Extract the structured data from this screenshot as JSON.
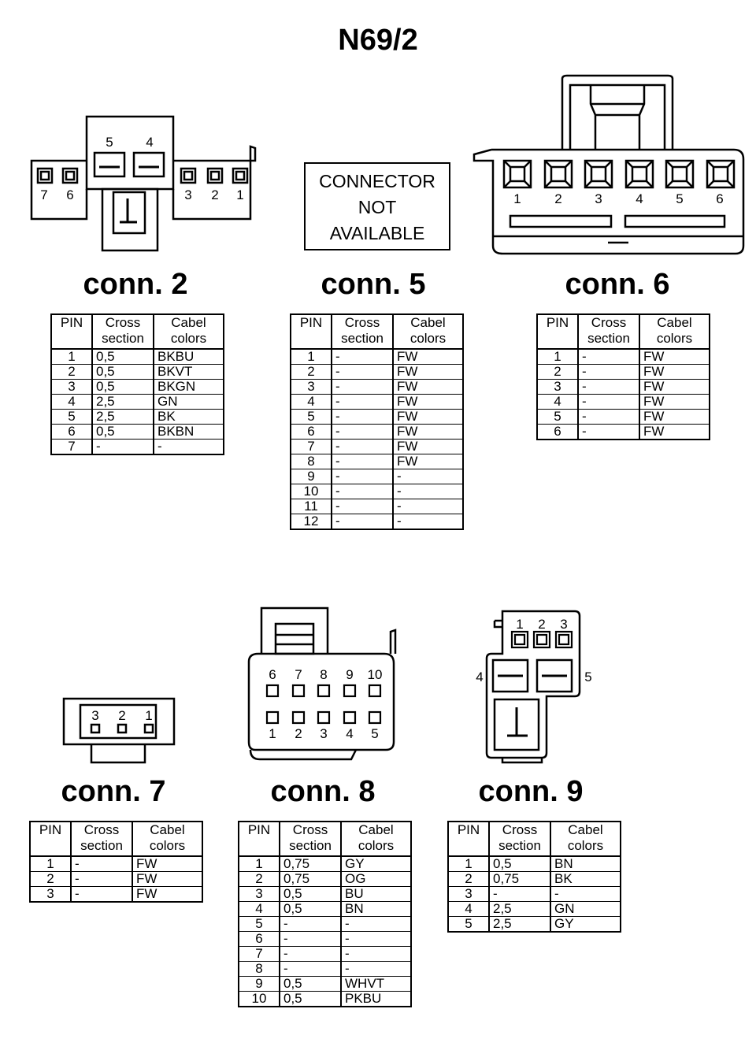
{
  "title": "N69/2",
  "not_available": [
    "CONNECTOR",
    "NOT",
    "AVAILABLE"
  ],
  "headers": {
    "pin": "PIN",
    "cross": [
      "Cross",
      "section"
    ],
    "colors": [
      "Cabel",
      "colors"
    ]
  },
  "connectors": {
    "c2": {
      "label": "conn. 2",
      "pin_labels": [
        "7",
        "6",
        "5",
        "4",
        "3",
        "2",
        "1"
      ],
      "rows": [
        [
          "1",
          "0,5",
          "BKBU"
        ],
        [
          "2",
          "0,5",
          "BKVT"
        ],
        [
          "3",
          "0,5",
          "BKGN"
        ],
        [
          "4",
          "2,5",
          "GN"
        ],
        [
          "5",
          "2,5",
          "BK"
        ],
        [
          "6",
          "0,5",
          "BKBN"
        ],
        [
          "7",
          "-",
          "-"
        ]
      ]
    },
    "c5": {
      "label": "conn. 5",
      "rows": [
        [
          "1",
          "-",
          "FW"
        ],
        [
          "2",
          "-",
          "FW"
        ],
        [
          "3",
          "-",
          "FW"
        ],
        [
          "4",
          "-",
          "FW"
        ],
        [
          "5",
          "-",
          "FW"
        ],
        [
          "6",
          "-",
          "FW"
        ],
        [
          "7",
          "-",
          "FW"
        ],
        [
          "8",
          "-",
          "FW"
        ],
        [
          "9",
          "-",
          "-"
        ],
        [
          "10",
          "-",
          "-"
        ],
        [
          "11",
          "-",
          "-"
        ],
        [
          "12",
          "-",
          "-"
        ]
      ]
    },
    "c6": {
      "label": "conn. 6",
      "pin_labels": [
        "1",
        "2",
        "3",
        "4",
        "5",
        "6"
      ],
      "rows": [
        [
          "1",
          "-",
          "FW"
        ],
        [
          "2",
          "-",
          "FW"
        ],
        [
          "3",
          "-",
          "FW"
        ],
        [
          "4",
          "-",
          "FW"
        ],
        [
          "5",
          "-",
          "FW"
        ],
        [
          "6",
          "-",
          "FW"
        ]
      ]
    },
    "c7": {
      "label": "conn. 7",
      "pin_labels": [
        "3",
        "2",
        "1"
      ],
      "rows": [
        [
          "1",
          "-",
          "FW"
        ],
        [
          "2",
          "-",
          "FW"
        ],
        [
          "3",
          "-",
          "FW"
        ]
      ]
    },
    "c8": {
      "label": "conn. 8",
      "pin_labels_top": [
        "6",
        "7",
        "8",
        "9",
        "10"
      ],
      "pin_labels_bottom": [
        "1",
        "2",
        "3",
        "4",
        "5"
      ],
      "rows": [
        [
          "1",
          "0,75",
          "GY"
        ],
        [
          "2",
          "0,75",
          "OG"
        ],
        [
          "3",
          "0,5",
          "BU"
        ],
        [
          "4",
          "0,5",
          "BN"
        ],
        [
          "5",
          "-",
          "-"
        ],
        [
          "6",
          "-",
          "-"
        ],
        [
          "7",
          "-",
          "-"
        ],
        [
          "8",
          "-",
          "-"
        ],
        [
          "9",
          "0,5",
          "WHVT"
        ],
        [
          "10",
          "0,5",
          "PKBU"
        ]
      ]
    },
    "c9": {
      "label": "conn. 9",
      "pin_labels": [
        "1",
        "2",
        "3",
        "4",
        "5"
      ],
      "rows": [
        [
          "1",
          "0,5",
          "BN"
        ],
        [
          "2",
          "0,75",
          "BK"
        ],
        [
          "3",
          "-",
          "-"
        ],
        [
          "4",
          "2,5",
          "GN"
        ],
        [
          "5",
          "2,5",
          "GY"
        ]
      ]
    }
  }
}
